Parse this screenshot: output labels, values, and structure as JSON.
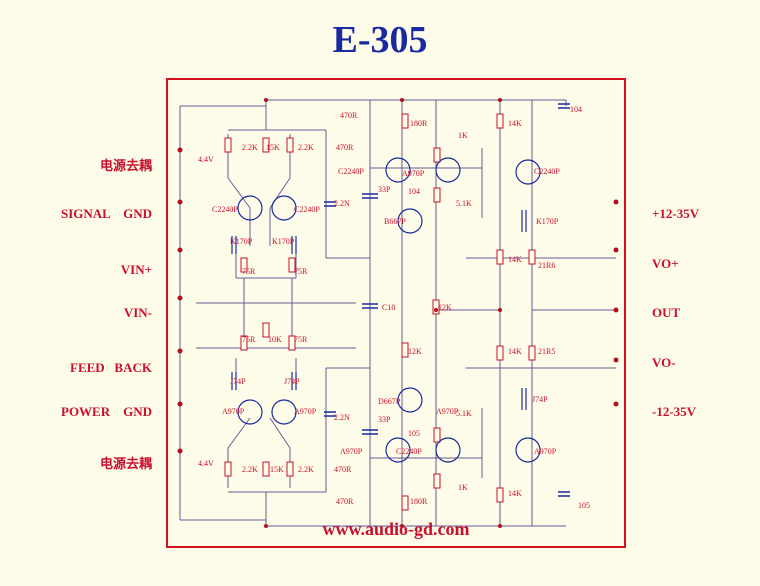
{
  "title": "E-305",
  "website": "www.audio-gd.com",
  "left_labels": [
    "电源去耦",
    "SIGNAL    GND",
    "VIN+",
    "VIN-",
    "FEED   BACK",
    "POWER    GND",
    "电源去耦"
  ],
  "right_labels": [
    "+12-35V",
    "VO+",
    "OUT",
    "VO-",
    "-12-35V"
  ],
  "components": {
    "top": [
      "470R",
      "180R",
      "104",
      "14K",
      "1K",
      "2.2K",
      "15K",
      "2.2K",
      "470R",
      "C2240P",
      "4.4V",
      "A970P",
      "33P",
      "104",
      "C2240P",
      "5.1K",
      "2.2N",
      "C2240P",
      "C2240P",
      "B667P",
      "K170P",
      "K170P",
      "K170P"
    ],
    "middle": [
      "14K",
      "21R6",
      "75R",
      "75R",
      "10K",
      "C10",
      "12K",
      "75R",
      "75R",
      "12K",
      "14K",
      "21R5"
    ],
    "bottom": [
      "J74P",
      "J74P",
      "D667P",
      "J74P",
      "A970P",
      "A970P",
      "A970P",
      "2.2N",
      "5.1K",
      "33P",
      "105",
      "4.4V",
      "2.2K",
      "15K",
      "2.2K",
      "470R",
      "A970P",
      "C2240P",
      "A970P",
      "1K",
      "14K",
      "470R",
      "180R",
      "105"
    ]
  },
  "colors": {
    "title": "#1a2aa0",
    "labels": "#c8102e",
    "border": "#d21020",
    "background": "#fdfce8"
  }
}
